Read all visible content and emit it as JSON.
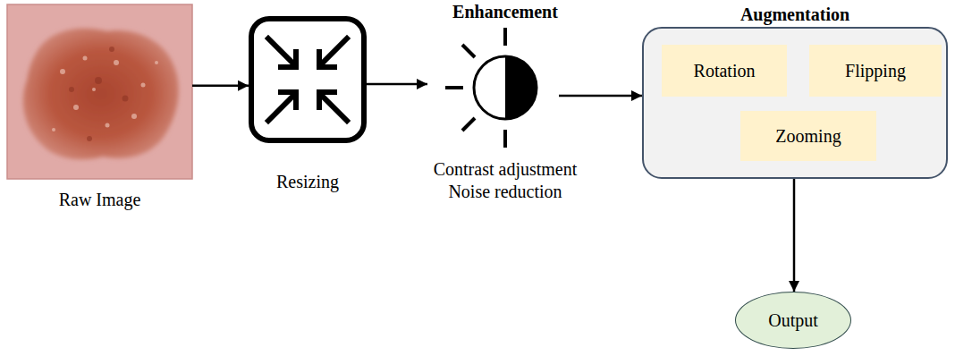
{
  "diagram": {
    "nodes": [
      {
        "text": [
          "Raw Image"
        ]
      },
      {
        "text": [
          "Resizing"
        ]
      },
      {
        "text": [
          "Enhancement",
          "Contrast adjustment",
          "Noise reduction"
        ]
      },
      {
        "text": [
          "Augmentation"
        ]
      },
      {
        "text": [
          "Rotation"
        ],
        "in": 3
      },
      {
        "text": [
          "Flipping"
        ],
        "in": 3
      },
      {
        "text": [
          "Zooming"
        ],
        "in": 3
      },
      {
        "text": [
          "Output"
        ]
      }
    ],
    "edges": [
      {
        "from": 0,
        "to": 1,
        "arrow": "to"
      },
      {
        "from": 1,
        "to": 2,
        "arrow": "to"
      },
      {
        "from": 2,
        "to": 3,
        "arrow": "to"
      },
      {
        "from": 3,
        "to": 7,
        "arrow": "to"
      }
    ]
  }
}
